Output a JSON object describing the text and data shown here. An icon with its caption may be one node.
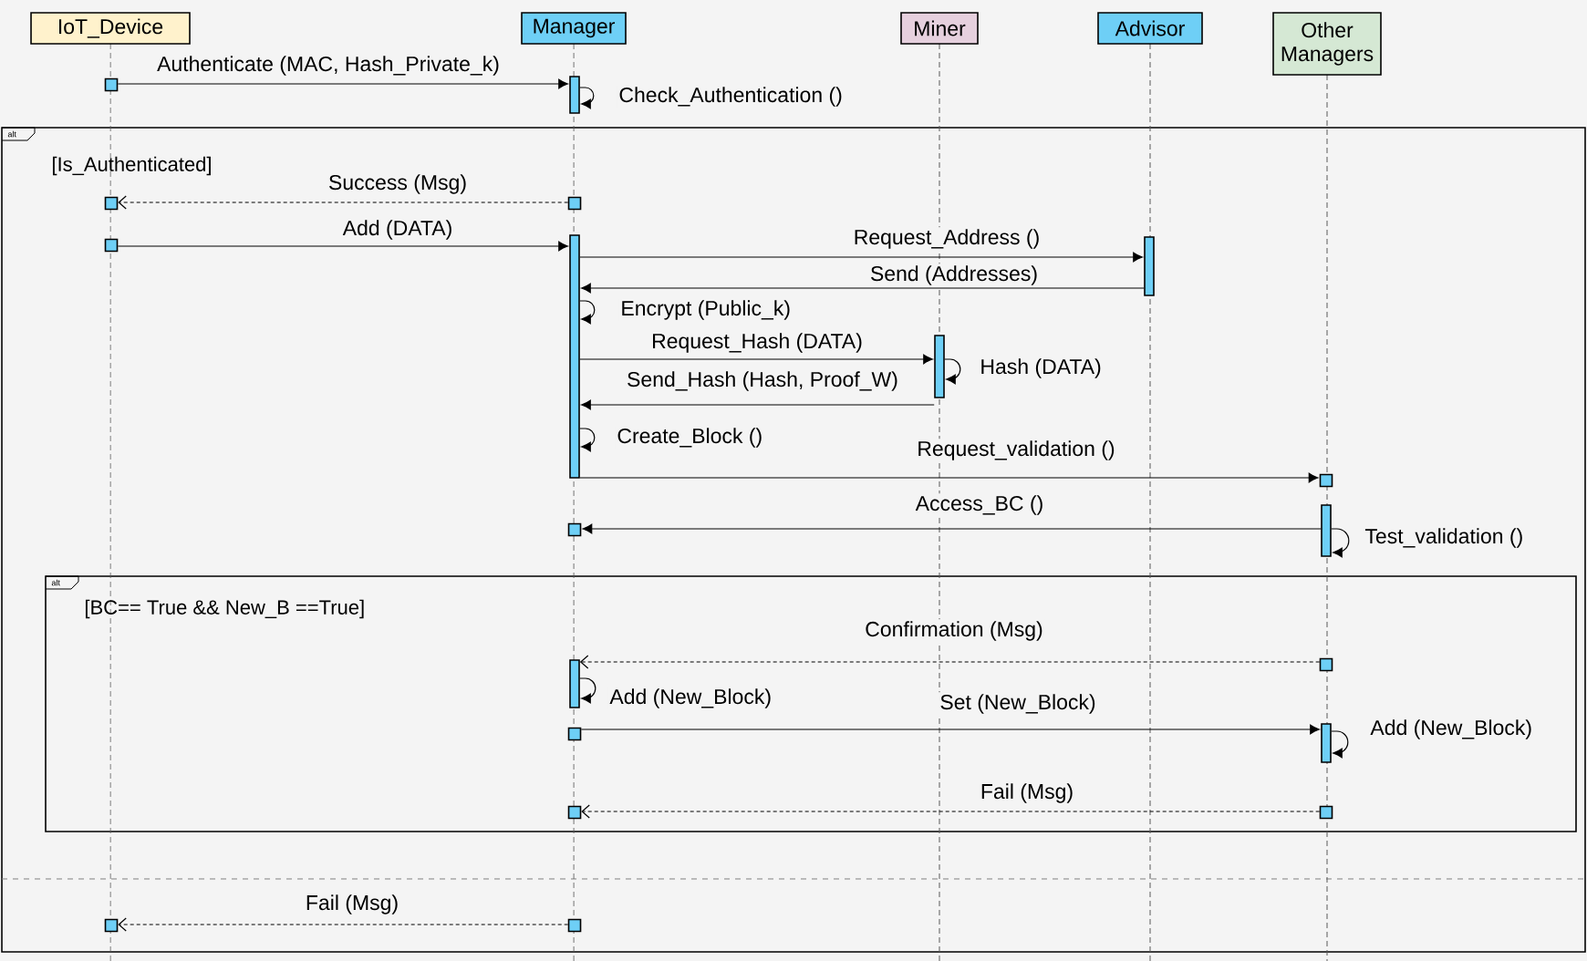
{
  "diagram": {
    "nodes": [
      {
        "text": [
          "IoT_Device"
        ]
      },
      {
        "text": [
          "Manager"
        ]
      },
      {
        "text": [
          "Miner"
        ]
      },
      {
        "text": [
          "Advisor"
        ]
      },
      {
        "text": [
          "Other Managers"
        ]
      },
      {
        "text": [],
        "shape": "box"
      },
      {
        "text": [],
        "shape": "bar"
      },
      {
        "text": [],
        "shape": "box"
      },
      {
        "text": [],
        "shape": "box"
      },
      {
        "text": [],
        "shape": "box"
      },
      {
        "text": [],
        "shape": "bar"
      },
      {
        "text": [],
        "shape": "bar"
      },
      {
        "text": [],
        "shape": "bar"
      },
      {
        "text": [],
        "shape": "box"
      },
      {
        "text": [],
        "shape": "bar"
      },
      {
        "text": [],
        "shape": "box"
      },
      {
        "text": [],
        "shape": "box"
      },
      {
        "text": [],
        "shape": "bar"
      },
      {
        "text": [],
        "shape": "box"
      },
      {
        "text": [],
        "shape": "bar"
      },
      {
        "text": [],
        "shape": "box"
      },
      {
        "text": [],
        "shape": "box"
      },
      {
        "text": [],
        "shape": "box"
      },
      {
        "text": [],
        "shape": "box"
      }
    ],
    "edges": [
      {
        "from": 5,
        "to": 6,
        "arrow": "to",
        "label": "Authenticate (MAC, Hash_Private_k)"
      },
      {
        "from": 6,
        "to": 6,
        "arrow": "to",
        "label": "Check_Authentication ()"
      },
      {
        "from": 7,
        "to": 8,
        "arrow": "to",
        "label": "Success (Msg)",
        "style": "dashed"
      },
      {
        "from": 9,
        "to": 10,
        "arrow": "to",
        "label": "Add (DATA)"
      },
      {
        "from": 10,
        "to": 11,
        "arrow": "to",
        "label": "Request_Address ()"
      },
      {
        "from": 11,
        "to": 10,
        "arrow": "to",
        "label": "Send (Addresses)"
      },
      {
        "from": 10,
        "to": 10,
        "arrow": "to",
        "label": "Encrypt (Public_k)"
      },
      {
        "from": 10,
        "to": 12,
        "arrow": "to",
        "label": "Request_Hash (DATA)"
      },
      {
        "from": 12,
        "to": 12,
        "arrow": "to",
        "label": "Hash (DATA)"
      },
      {
        "from": 12,
        "to": 10,
        "arrow": "to",
        "label": "Send_Hash (Hash, Proof_W)"
      },
      {
        "from": 10,
        "to": 10,
        "arrow": "to",
        "label": "Create_Block ()"
      },
      {
        "from": 10,
        "to": 13,
        "arrow": "to",
        "label": "Request_validation ()"
      },
      {
        "from": 14,
        "to": 15,
        "arrow": "to",
        "label": "Access_BC ()"
      },
      {
        "from": 14,
        "to": 14,
        "arrow": "to",
        "label": "Test_validation ()"
      },
      {
        "from": 16,
        "to": 17,
        "arrow": "to",
        "label": "Confirmation (Msg)",
        "style": "dashed"
      },
      {
        "from": 17,
        "to": 17,
        "arrow": "to",
        "label": "Add (New_Block)"
      },
      {
        "from": 18,
        "to": 19,
        "arrow": "to",
        "label": "Set (New_Block)"
      },
      {
        "from": 19,
        "to": 19,
        "arrow": "to",
        "label": "Add (New_Block)"
      },
      {
        "from": 20,
        "to": 21,
        "arrow": "to",
        "label": "Fail (Msg)",
        "style": "dashed"
      },
      {
        "from": 22,
        "to": 23,
        "arrow": "to",
        "label": "Fail (Msg)",
        "style": "dashed"
      }
    ],
    "labels": [
      "alt",
      "[Is_Authenticated]",
      "alt",
      "[BC== True && New_B ==True]"
    ]
  }
}
